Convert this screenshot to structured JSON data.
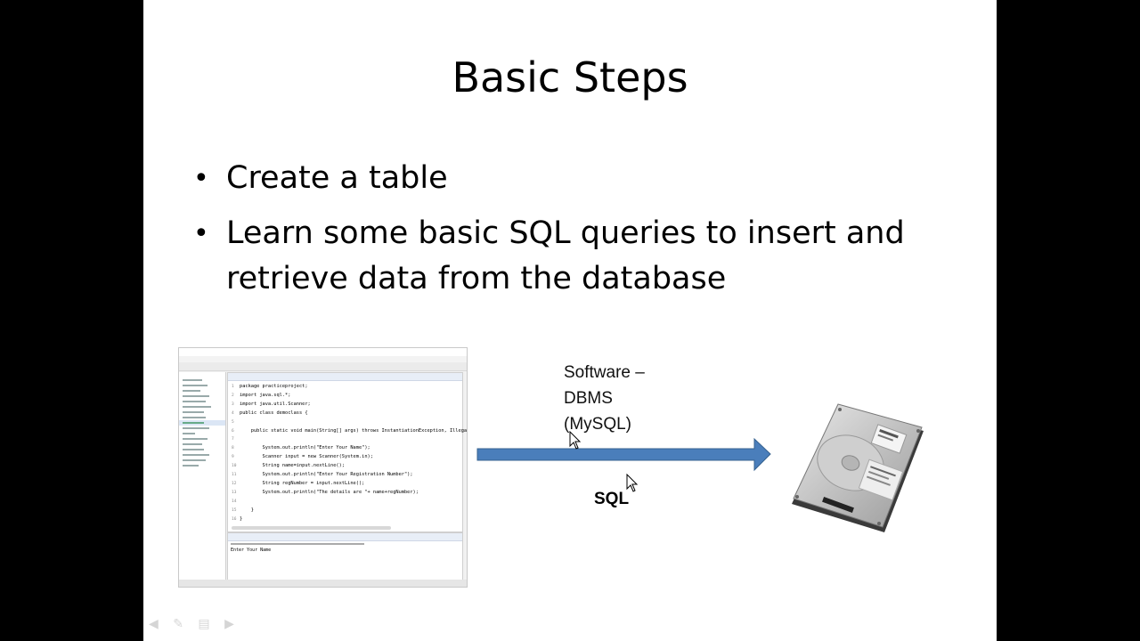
{
  "slide": {
    "title": "Basic Steps",
    "bullets": [
      "Create a table",
      "Learn some basic SQL queries to insert and retrieve data from the database"
    ],
    "bullet_glyph": "•"
  },
  "ide": {
    "code": [
      {
        "n": "1",
        "text": "package practiceproject;"
      },
      {
        "n": "2",
        "text": "import java.sql.*;"
      },
      {
        "n": "3",
        "text": "import java.util.Scanner;"
      },
      {
        "n": "4",
        "text": "public class democlass {"
      },
      {
        "n": "5",
        "text": ""
      },
      {
        "n": "6",
        "text": "    public static void main(String[] args) throws InstantiationException, IllegalAccessE"
      },
      {
        "n": "7",
        "text": ""
      },
      {
        "n": "8",
        "text": "        System.out.println(\"Enter Your Name\");"
      },
      {
        "n": "9",
        "text": "        Scanner input = new Scanner(System.in);"
      },
      {
        "n": "10",
        "text": "        String name=input.nextLine();"
      },
      {
        "n": "11",
        "text": "        System.out.println(\"Enter Your Registration Number\");"
      },
      {
        "n": "12",
        "text": "        String regNumber = input.nextLine();"
      },
      {
        "n": "13",
        "text": "        System.out.println(\"The details are \"+ name+regNumber);"
      },
      {
        "n": "14",
        "text": ""
      },
      {
        "n": "15",
        "text": "    }"
      },
      {
        "n": "16",
        "text": "}"
      }
    ],
    "console_output": "Enter Your Name"
  },
  "diagram": {
    "dbms_label_lines": [
      "Software –",
      "DBMS",
      "(MySQL)"
    ],
    "arrow_label": "SQL",
    "arrow_color": "#4a7ebb",
    "storage_icon": "hard-disk-drive-icon"
  }
}
